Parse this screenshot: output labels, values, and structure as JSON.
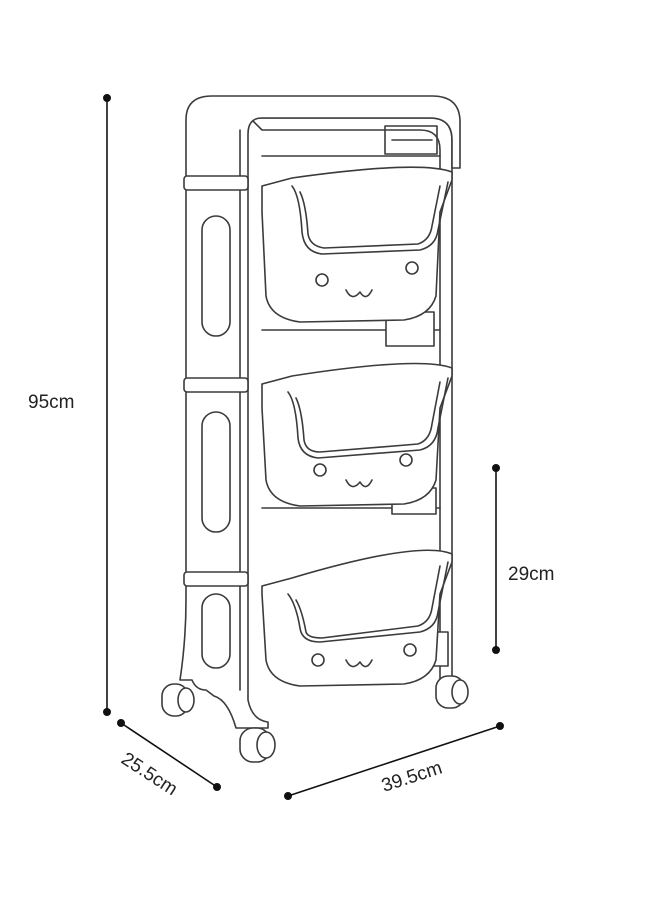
{
  "figure": {
    "description_free": true,
    "colors": {
      "outline": "#3b3b3b",
      "fill": "#ffffff",
      "dimension_line": "#111111",
      "label_text": "#222222"
    }
  },
  "dimensions": {
    "height_total": "95cm",
    "tier_spacing": "29cm",
    "depth": "25.5cm",
    "width": "39.5cm"
  }
}
